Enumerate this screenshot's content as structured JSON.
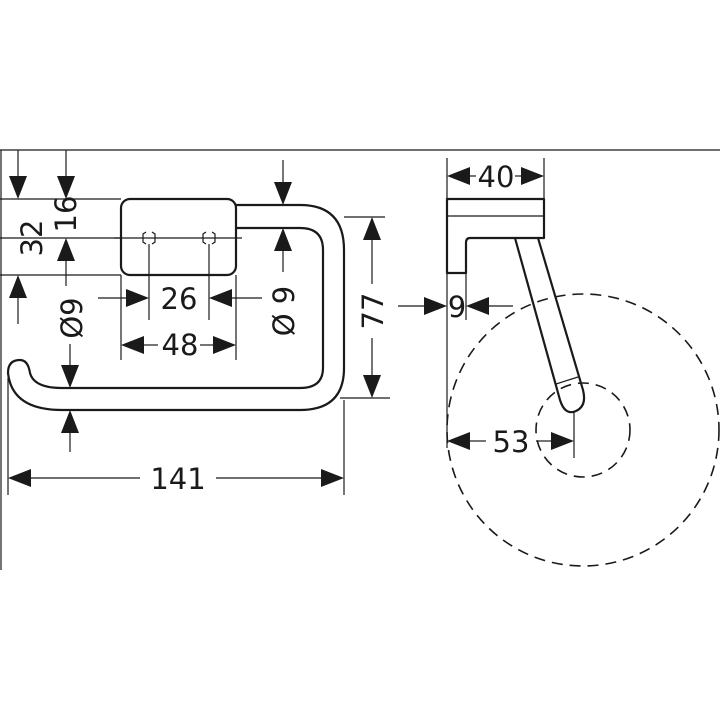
{
  "dimensions": {
    "height_32": "32",
    "height_16": "16",
    "hole_spacing_26": "26",
    "base_width_48": "48",
    "rod_diameter_left": "Ø9",
    "rod_diameter_right": "Ø 9",
    "height_77": "77",
    "total_width_141": "141",
    "depth_40": "40",
    "wall_gap_9": "9",
    "roll_offset_53": "53"
  },
  "colors": {
    "line": "#1a1a1a",
    "background": "#ffffff"
  }
}
